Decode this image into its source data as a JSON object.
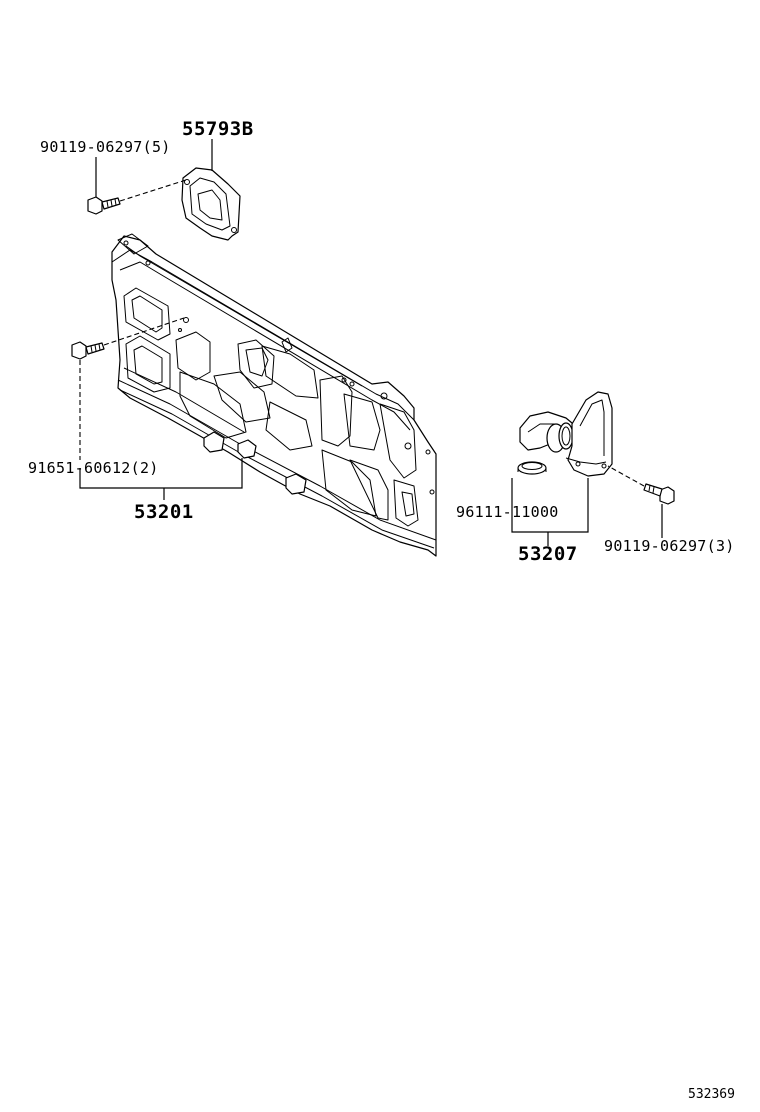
{
  "labels": {
    "bracket_part": "55793B",
    "bracket_bolt": "90119-06297(5)",
    "panel_bolt": "91651-60612(2)",
    "panel_part": "53201",
    "clamp_part": "96111-11000",
    "duct_part": "53207",
    "duct_bolt": "90119-06297(3)"
  },
  "diagram_code": "532369",
  "colors": {
    "ink": "#000000",
    "background": "#ffffff"
  }
}
